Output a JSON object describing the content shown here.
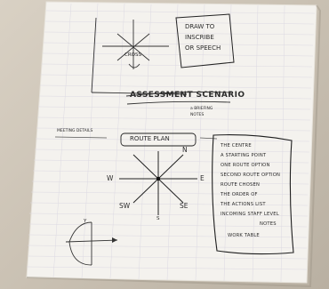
{
  "note_box_top": {
    "lines": [
      "DRAW TO",
      "INSCRIBE",
      "OR SPEECH"
    ]
  },
  "top_cross_label": "CROSS",
  "banner_title": "ASSESSMENT SCENARIO",
  "banner_sub": [
    "a BRIEFING",
    "NOTES"
  ],
  "middle_box": "ROUTE PLAN",
  "middle_left_note": "MEETING DETAILS",
  "compass": {
    "n": "N",
    "w": "W",
    "e": "E",
    "sw": "SW",
    "se": "SE",
    "s": "S"
  },
  "list_lines": [
    "THE CENTRE",
    "A STARTING POINT",
    "ONE ROUTE OPTION",
    "SECOND ROUTE OPTION",
    "ROUTE CHOSEN",
    "THE ORDER OF",
    "THE ACTIONS LIST",
    "INCOMING STAFF LEVEL",
    "NOTES",
    "WORK TABLE"
  ],
  "bottom_axes_label": "Y"
}
